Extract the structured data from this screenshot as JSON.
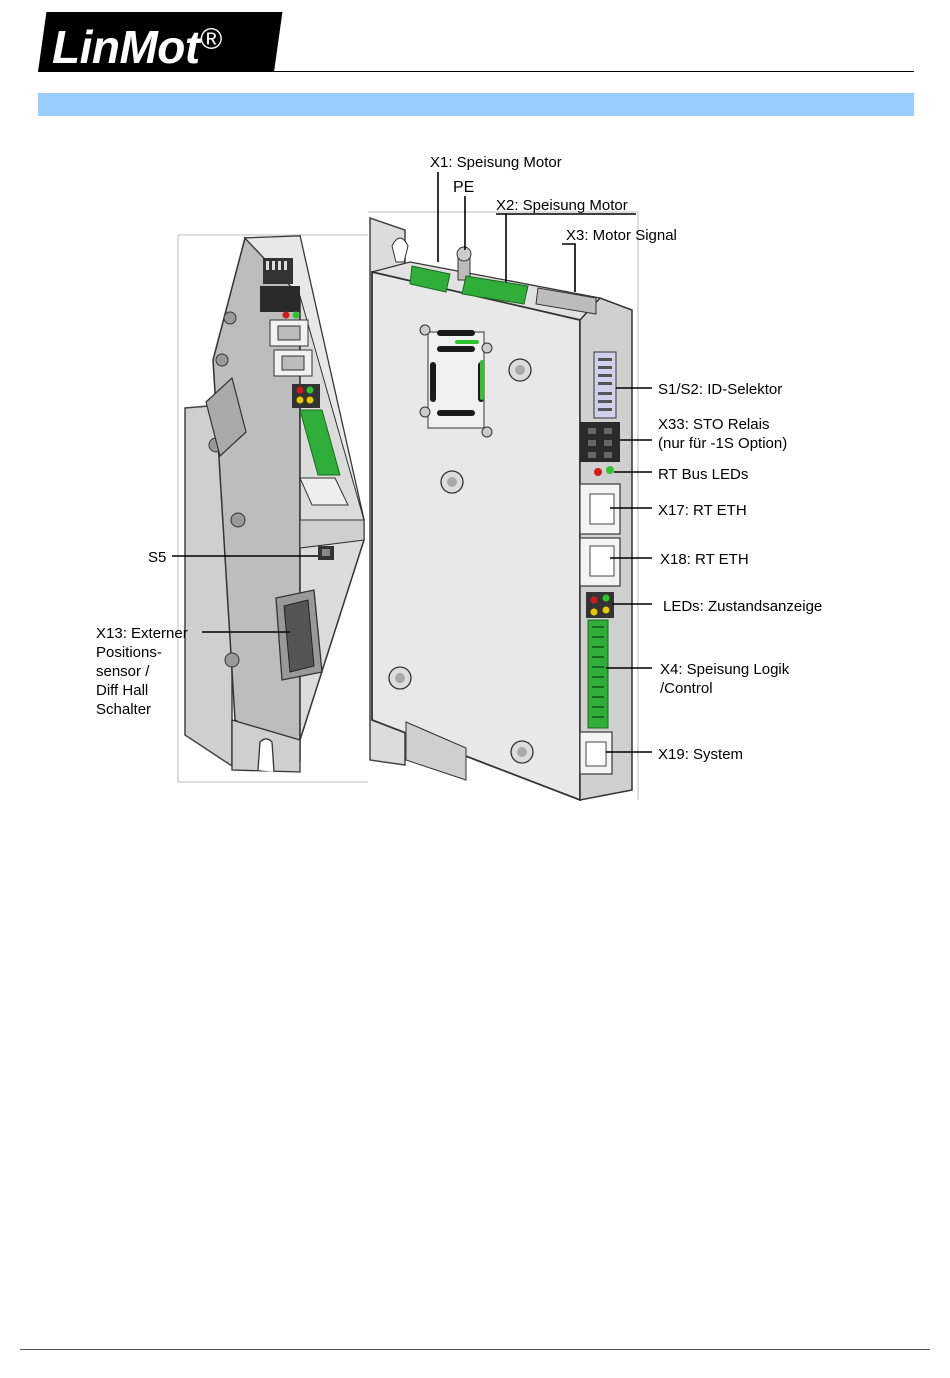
{
  "brand": {
    "name": "LinMot",
    "mark": "®"
  },
  "labels": {
    "x1": "X1: Speisung Motor",
    "pe": "PE",
    "x2": "X2: Speisung Motor",
    "x3": "X3: Motor Signal",
    "s1s2": "S1/S2: ID-Selektor",
    "x33_line1": "X33: STO Relais",
    "x33_line2": "(nur für -1S Option)",
    "rtbus": "RT Bus LEDs",
    "x17": "X17: RT ETH",
    "x18": "X18: RT ETH",
    "leds": "LEDs: Zustandsanzeige",
    "x4_line1": "X4: Speisung Logik",
    "x4_line2": "/Control",
    "x19": "X19: System",
    "s5": "S5",
    "x13_line1": "X13: Externer",
    "x13_line2": "Positions-",
    "x13_line3": "sensor /",
    "x13_line4": "Diff Hall",
    "x13_line5": "Schalter"
  },
  "colors": {
    "band": "#99ccff",
    "connector_green": "#2fae3a",
    "led_red": "#d11a1a",
    "led_green": "#2cc62c",
    "led_yellow": "#e8c800",
    "housing": "#e6e6e6"
  }
}
